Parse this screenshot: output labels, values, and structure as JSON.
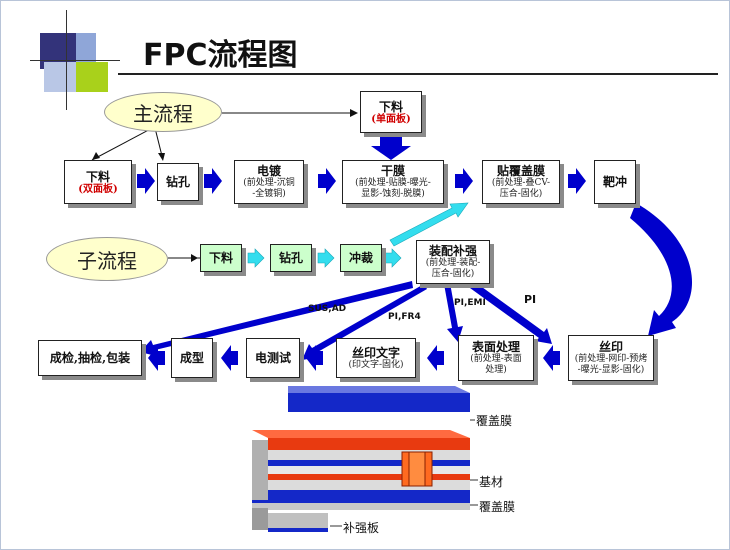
{
  "title": "FPC流程图",
  "main_flow_label": "主流程",
  "sub_flow_label": "子流程",
  "top_box": {
    "title": "下料",
    "sub": "(单面板)"
  },
  "main_row": [
    {
      "title": "下料",
      "sub": "(双面板)"
    },
    {
      "title": "钻孔",
      "sub": ""
    },
    {
      "title": "电镀",
      "sub1": "(前处理-沉铜",
      "sub2": "-全镀铜)"
    },
    {
      "title": "干膜",
      "sub1": "(前处理-贴膜-曝光-",
      "sub2": "显影-蚀刻-脱膜)"
    },
    {
      "title": "贴覆盖膜",
      "sub1": "(前处理-叠CV-",
      "sub2": "压合-固化)"
    },
    {
      "title": "靶冲",
      "sub": ""
    }
  ],
  "sub_row": [
    {
      "title": "下料"
    },
    {
      "title": "钻孔"
    },
    {
      "title": "冲裁"
    }
  ],
  "assembly_box": {
    "title": "装配补强",
    "sub1": "(前处理-装配-",
    "sub2": "压合-固化)"
  },
  "bottom_row": [
    {
      "title": "成检,抽检,包装"
    },
    {
      "title": "成型"
    },
    {
      "title": "电测试"
    },
    {
      "title": "丝印文字",
      "sub1": "(印文字-固化)"
    },
    {
      "title": "表面处理",
      "sub1": "(前处理-表面",
      "sub2": "处理)"
    },
    {
      "title": "丝印",
      "sub1": "(前处理-网印-预烤",
      "sub2": "-曝光-显影-固化)"
    }
  ],
  "arrow_labels": {
    "sus": "SUS,AD",
    "pi_fr4": "PI,FR4",
    "pi_emi": "PI,EMI",
    "pi": "PI"
  },
  "layer_labels": {
    "coverlay_top": "覆盖膜",
    "substrate": "基材",
    "coverlay_bottom": "覆盖膜",
    "stiffener": "补强板"
  },
  "colors": {
    "blue": "#0000cc",
    "cyan": "#33ddee",
    "green_box": "#ccffcc",
    "ellipse": "#ffffcc",
    "red_text": "#d00000"
  }
}
